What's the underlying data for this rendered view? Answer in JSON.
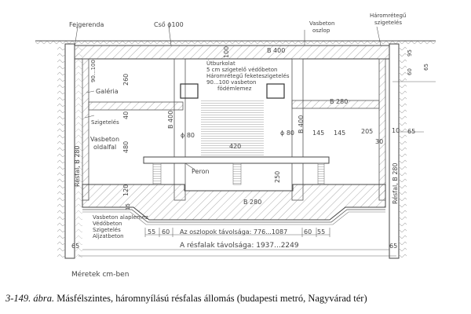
{
  "figure": {
    "caption_number": "3-149. ábra.",
    "caption_text": "Másfélszintes, háromnyílású résfalas állomás (budapesti metró, Nagyvárad tér)",
    "units_note": "Méretek cm-ben"
  },
  "labels": {
    "fejgerenda": "Fejgerenda",
    "cso": "Cső ϕ100",
    "vasbeton_oszlop_1": "Vasbeton",
    "vasbeton_oszlop_2": "oszlop",
    "haromretegu_1": "Háromrétegű",
    "haromretegu_2": "szigetelés",
    "b400_top": "B 400",
    "layers_top": [
      "Útburkolat",
      "5 cm szigetelő védőbeton",
      "Háromrétegű feketeszigetelés",
      "90...100 vasbeton",
      "födémlemez"
    ],
    "galeria": "Galéria",
    "b280_gallery": "B 280",
    "szigeteles": "Szigetelés",
    "vasbeton_oldalfal_1": "Vasbeton",
    "vasbeton_oldalfal_2": "oldalfal",
    "resfal_left": "Résfal, B 280",
    "resfal_right": "Résfal, B 280",
    "b400_col_left": "B 400",
    "b400_col_right": "B 400",
    "phi80_left": "ϕ 80",
    "phi80_right": "ϕ 80",
    "peron": "Peron",
    "b280_bottom": "B 280",
    "layers_bottom": [
      "Vasbeton alaplemez",
      "Védőbeton",
      "Szigetelés",
      "Aljzatbeton"
    ],
    "oszlop_tavolsag": "Az oszlopok távolsága: 776...1087",
    "resfal_tavolsag": "A résfalak távolsága: 1937...2249"
  },
  "dimensions": {
    "d90_100": "90...100",
    "d100": "100",
    "d260": "260",
    "d40": "40",
    "d480": "480",
    "d120": "120",
    "d420": "420",
    "d250": "250",
    "d145a": "145",
    "d145b": "145",
    "d205": "205",
    "d30": "30",
    "d10": "10",
    "d65_right": "65",
    "d65_bl": "65",
    "d65_br": "65",
    "d15": "15",
    "d55_left": "55",
    "d60_left": "60",
    "d60_right": "60",
    "d55_right": "55",
    "d95": "95",
    "d60_top": "60",
    "d65_top": "65"
  }
}
